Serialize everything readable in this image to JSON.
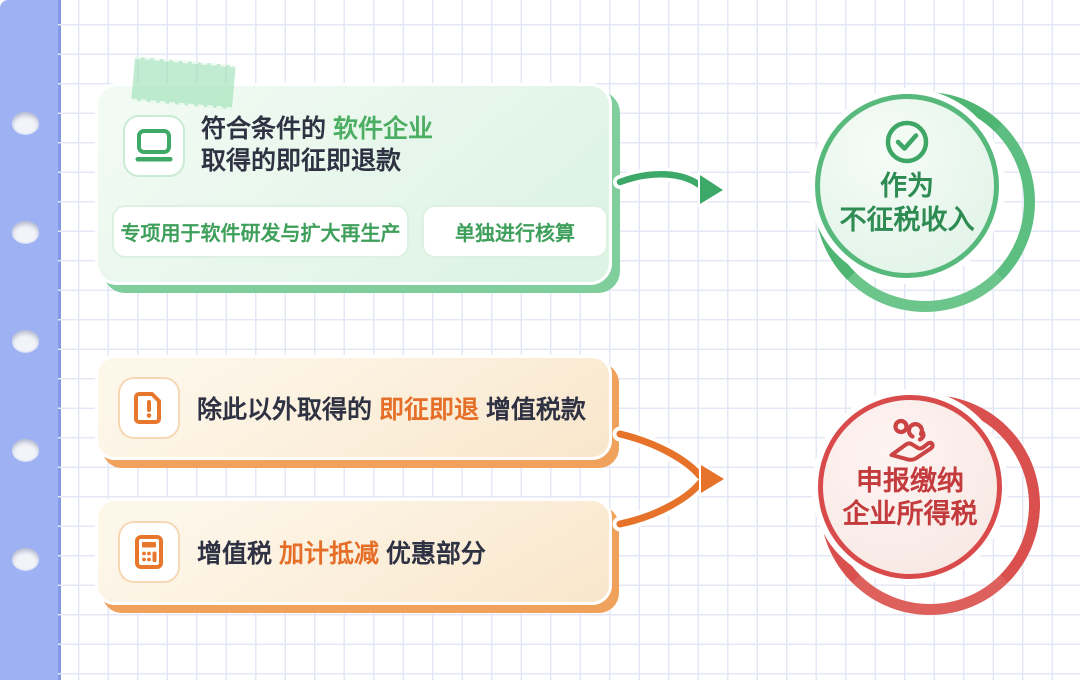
{
  "palette": {
    "spine_blue": "#9eb2f3",
    "grid_line": "#e4e8f6",
    "green_accent": "#3da968",
    "green_text_highlight": "#4cae62",
    "green_card_shadow": "#80ce9b",
    "green_circle_text": "#2e8b52",
    "orange_accent": "#e7722a",
    "orange_text_highlight": "#e56f28",
    "orange_card_shadow": "#f0a25c",
    "red_accent": "#d94b4b",
    "red_circle_text": "#c43b3d",
    "dark_text": "#2e3242"
  },
  "notebook": {
    "hole_count": 5
  },
  "flow": {
    "green_card": {
      "icon": "laptop-icon",
      "title_prefix": "符合条件的 ",
      "title_highlight": "软件企业",
      "title_line2": "取得的即征即退款",
      "pills": [
        "专项用于软件研发与扩大再生产",
        "单独进行核算"
      ]
    },
    "green_result": {
      "icon": "check-circle-icon",
      "lines": [
        "作为",
        "不征税收入"
      ]
    },
    "orange_card_1": {
      "icon": "document-alert-icon",
      "text_prefix": "除此以外取得的 ",
      "text_highlight": "即征即退",
      "text_suffix": " 增值税款"
    },
    "orange_card_2": {
      "icon": "calculator-icon",
      "text_prefix": "增值税 ",
      "text_highlight": "加计抵减",
      "text_suffix": " 优惠部分"
    },
    "red_result": {
      "icon": "hand-person-icon",
      "lines": [
        "申报缴纳",
        "企业所得税"
      ]
    }
  }
}
